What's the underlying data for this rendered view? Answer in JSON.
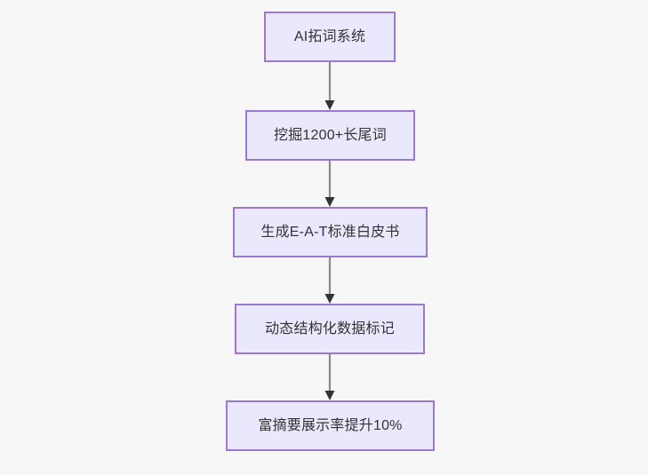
{
  "diagram": {
    "type": "flowchart",
    "orientation": "top-to-bottom",
    "background_color": "#f7f7f8",
    "node_fill_color": "#eae8fd",
    "node_border_color": "#9d78d2",
    "node_text_color": "#333333",
    "edge_line_color": "#8a8a8a",
    "edge_arrowhead_color": "#333333",
    "nodes": [
      {
        "id": "n1",
        "label": "AI拓词系统"
      },
      {
        "id": "n2",
        "label": "挖掘1200+长尾词"
      },
      {
        "id": "n3",
        "label": "生成E-A-T标准白皮书"
      },
      {
        "id": "n4",
        "label": "动态结构化数据标记"
      },
      {
        "id": "n5",
        "label": "富摘要展示率提升10%"
      }
    ],
    "edges": [
      {
        "from": "n1",
        "to": "n2"
      },
      {
        "from": "n2",
        "to": "n3"
      },
      {
        "from": "n3",
        "to": "n4"
      },
      {
        "from": "n4",
        "to": "n5"
      }
    ]
  }
}
